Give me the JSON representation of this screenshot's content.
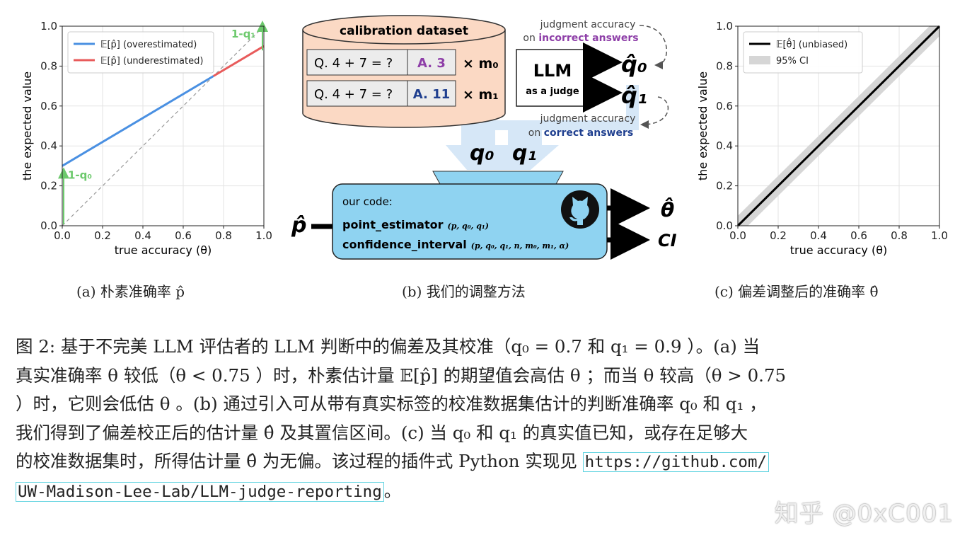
{
  "chart_data": [
    {
      "type": "line",
      "panel": "a",
      "xlabel": "true accuracy (θ)",
      "ylabel": "the expected value",
      "xlim": [
        0,
        1
      ],
      "ylim": [
        0,
        1
      ],
      "xticks": [
        "0.0",
        "0.2",
        "0.4",
        "0.6",
        "0.8",
        "1.0"
      ],
      "yticks": [
        "0.0",
        "0.2",
        "0.4",
        "0.6",
        "0.8",
        "1.0"
      ],
      "grid": true,
      "legend_position": "top-left",
      "series": [
        {
          "name": "𝔼[p̂] (overestimated)",
          "color": "#4a90e2",
          "x": [
            0,
            0.75
          ],
          "y": [
            0.3,
            0.75
          ]
        },
        {
          "name": "𝔼[p̂] (underestimated)",
          "color": "#e85b5b",
          "x": [
            0.75,
            1.0
          ],
          "y": [
            0.75,
            0.9
          ]
        }
      ],
      "reference_line": {
        "x": [
          0,
          1
        ],
        "y": [
          0,
          1
        ],
        "style": "dashed"
      },
      "annotations": [
        {
          "text": "1-q₀",
          "x": 0,
          "y": [
            0,
            0.3
          ],
          "color": "#6cc96c"
        },
        {
          "text": "1-q₁",
          "x": 1,
          "y": [
            0.9,
            1.0
          ],
          "color": "#6cc96c"
        }
      ]
    },
    {
      "type": "line",
      "panel": "c",
      "xlabel": "true accuracy (θ)",
      "ylabel": "the expected value",
      "xlim": [
        0,
        1
      ],
      "ylim": [
        0,
        1
      ],
      "xticks": [
        "0.0",
        "0.2",
        "0.4",
        "0.6",
        "0.8",
        "1.0"
      ],
      "yticks": [
        "0.0",
        "0.2",
        "0.4",
        "0.6",
        "0.8",
        "1.0"
      ],
      "grid": true,
      "legend_position": "top-left",
      "series": [
        {
          "name": "𝔼[θ̂] (unbiased)",
          "color": "#000000",
          "x": [
            0,
            1
          ],
          "y": [
            0,
            1
          ]
        }
      ],
      "band": {
        "name": "95% CI",
        "color": "#d6d6d6",
        "halfwidth": 0.05
      }
    }
  ],
  "diagram": {
    "dataset_title": "calibration dataset",
    "rows": [
      {
        "question": "Q. 4 + 7 = ?",
        "answer": "A. 3",
        "answer_color": "#8e3fa8",
        "mult": "× m₀",
        "out": "q̂₀"
      },
      {
        "question": "Q. 4 + 7 = ?",
        "answer": "A. 11",
        "answer_color": "#1f3f8f",
        "mult": "× m₁",
        "out": "q̂₁"
      }
    ],
    "judge_title": "LLM",
    "judge_subtitle": "as a judge",
    "note_top_1": "judgment accuracy",
    "note_top_2a": "on ",
    "note_top_2b": "incorrect answers",
    "note_bottom_1": "judgment accuracy",
    "note_bottom_2a": "on ",
    "note_bottom_2b": "correct answers",
    "q0": "q₀",
    "q1": "q₁",
    "code_title": "our code:",
    "func1": "point_estimator",
    "func1_args": "(p, q₀, q₁)",
    "func2": "confidence_interval",
    "func2_args": "(p, q₀, q₁, n, m₀, m₁, α)",
    "input": "p̂",
    "output1": "θ̂",
    "output2": "CI"
  },
  "subcaptions": {
    "a": "(a) 朴素准确率 p̂",
    "b": "(b) 我们的调整方法",
    "c": "(c) 偏差调整后的准确率 θ̂"
  },
  "caption_lines": [
    "图 2: 基于不完美 LLM 评估者的 LLM 判断中的偏差及其校准（q₀ = 0.7 和 q₁ = 0.9 ）。(a) 当",
    "真实准确率 θ 较低（θ < 0.75 ）时，朴素估计量 𝔼[p̂] 的期望值会高估 θ ；而当 θ 较高（θ > 0.75",
    "）时，它则会低估 θ 。(b) 通过引入可从带有真实标签的校准数据集估计的判断准确率 q₀ 和 q₁ ，",
    "我们得到了偏差校正后的估计量 θ̂ 及其置信区间。(c) 当 q₀ 和 q₁ 的真实值已知，或存在足够大"
  ],
  "caption_line5_text": "的校准数据集时，所得估计量 θ̂ 为无偏。该过程的插件式 Python 实现见 ",
  "caption_link_1": "https://github.com/",
  "caption_link_2": "UW-Madison-Lee-Lab/LLM-judge-reporting",
  "caption_end": "。",
  "watermark": "知乎 @0xC001"
}
